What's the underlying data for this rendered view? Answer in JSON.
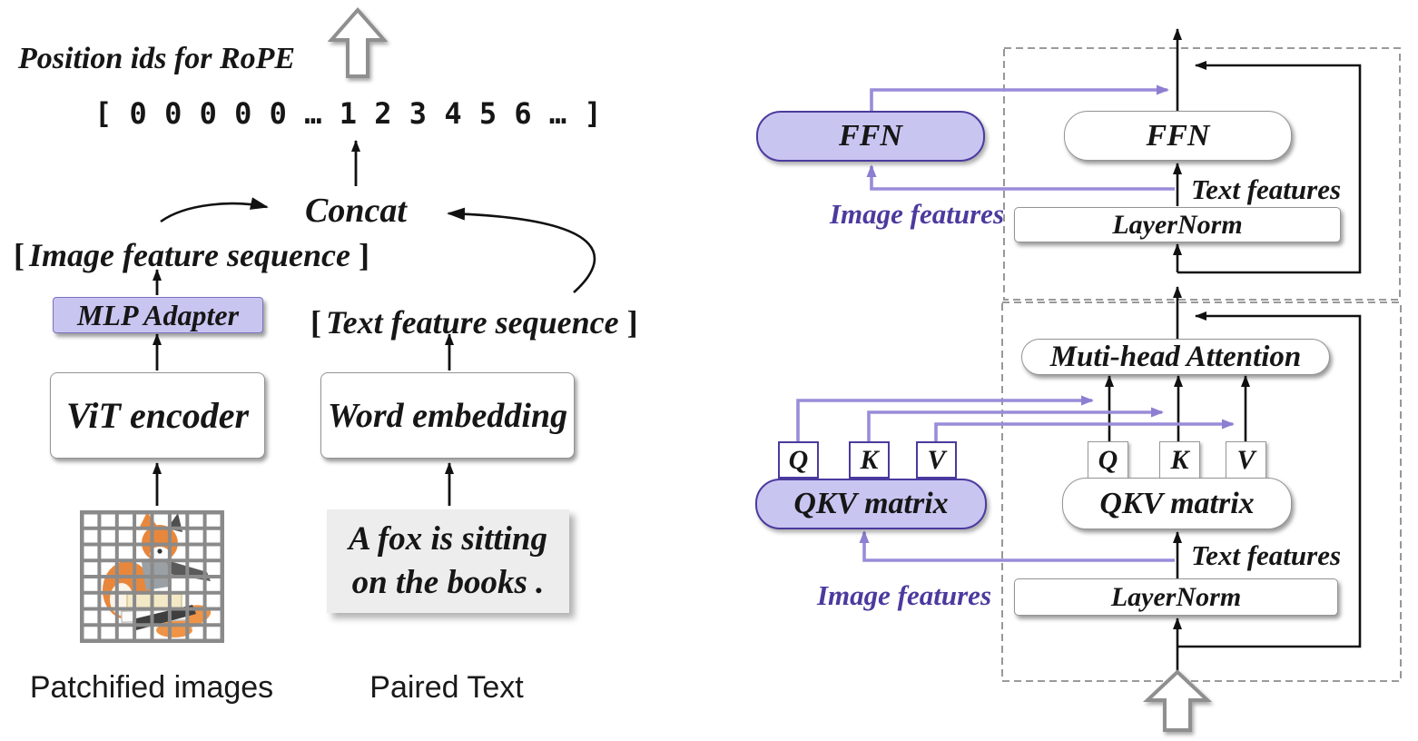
{
  "left": {
    "position_ids_label": "Position ids for RoPE",
    "sequence": "[ 0 0 0 0 0 … 1 2 3 4 5 6 … ]",
    "concat_label": "Concat",
    "image_seq": {
      "open": "[",
      "text": "Image feature sequence",
      "close": "]"
    },
    "text_seq": {
      "open": "[",
      "text": "Text feature sequence",
      "close": "]"
    },
    "mlp_adapter": "MLP Adapter",
    "vit_encoder": "ViT encoder",
    "word_embedding": "Word embedding",
    "caption_line1": "A fox is sitting",
    "caption_line2": "on the books .",
    "patchified_label": "Patchified images",
    "paired_label": "Paired Text"
  },
  "right": {
    "ffn_image": "FFN",
    "ffn_text": "FFN",
    "layernorm_top": "LayerNorm",
    "layernorm_bottom": "LayerNorm",
    "text_features_top": "Text features",
    "text_features_bottom": "Text features",
    "image_features_top": "Image features",
    "image_features_bottom": "Image features",
    "mha": "Muti-head Attention",
    "qkv_image": "QKV matrix",
    "qkv_text": "QKV matrix",
    "q": "Q",
    "k": "K",
    "v": "V"
  },
  "colors": {
    "lavender_fill": "#c9c5f1",
    "purple_border": "#4b3a9e",
    "purple_line": "#9a8cd9",
    "purple_text": "#4c3a9e",
    "box_border": "#949494",
    "dashed_border": "#8c8c8c",
    "caption_bg": "#ededed",
    "grid_line": "#8a8a8a",
    "fox_orange": "#e8873c"
  }
}
